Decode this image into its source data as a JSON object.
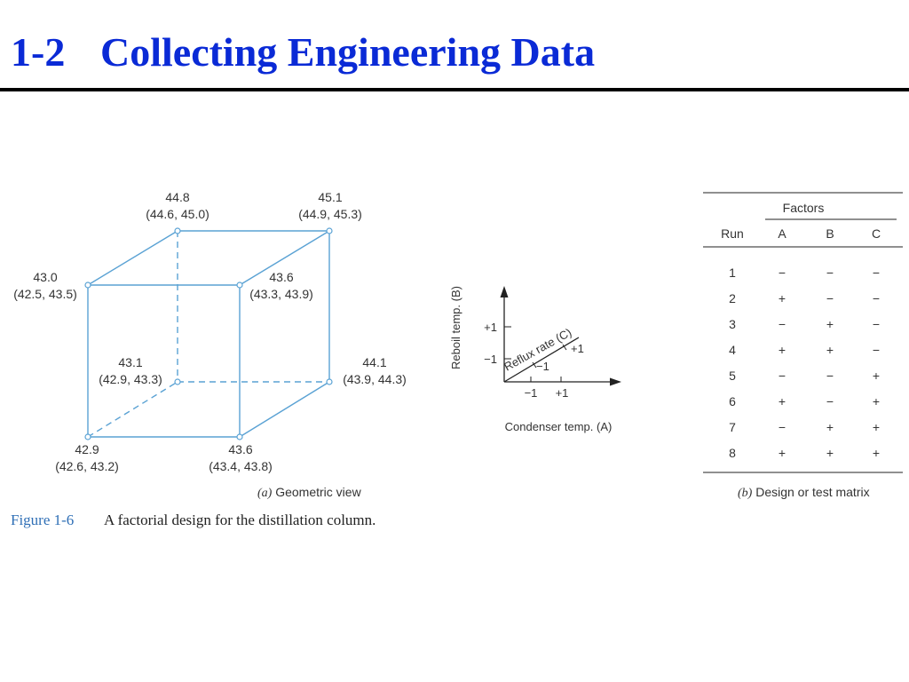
{
  "slide": {
    "section_number": "1-2",
    "title": "Collecting Engineering Data"
  },
  "cube": {
    "vertices": {
      "back_top_left": {
        "value": "44.8",
        "range": "(44.6, 45.0)"
      },
      "back_top_right": {
        "value": "45.1",
        "range": "(44.9, 45.3)"
      },
      "front_top_left": {
        "value": "43.0",
        "range": "(42.5, 43.5)"
      },
      "front_top_right": {
        "value": "43.6",
        "range": "(43.3, 43.9)"
      },
      "back_bottom_left": {
        "value": "43.1",
        "range": "(42.9, 43.3)"
      },
      "back_bottom_right": {
        "value": "44.1",
        "range": "(43.9, 44.3)"
      },
      "front_bottom_left": {
        "value": "42.9",
        "range": "(42.6, 43.2)"
      },
      "front_bottom_right": {
        "value": "43.6",
        "range": "(43.4, 43.8)"
      }
    },
    "caption_letter": "(a)",
    "caption_text": " Geometric view"
  },
  "axes_key": {
    "y_label": "Reboil temp. (B)",
    "x_label": "Condenser temp. (A)",
    "z_label": "Reflux rate (C)",
    "y_plus": "+1",
    "y_minus": "−1",
    "x_minus": "−1",
    "x_plus": "+1",
    "z_minus": "−1",
    "z_plus": "+1"
  },
  "matrix": {
    "group_header": "Factors",
    "columns": [
      "Run",
      "A",
      "B",
      "C"
    ],
    "rows": [
      [
        "1",
        "−",
        "−",
        "−"
      ],
      [
        "2",
        "+",
        "−",
        "−"
      ],
      [
        "3",
        "−",
        "+",
        "−"
      ],
      [
        "4",
        "+",
        "+",
        "−"
      ],
      [
        "5",
        "−",
        "−",
        "+"
      ],
      [
        "6",
        "+",
        "−",
        "+"
      ],
      [
        "7",
        "−",
        "+",
        "+"
      ],
      [
        "8",
        "+",
        "+",
        "+"
      ]
    ],
    "caption_letter": "(b)",
    "caption_text": " Design or test matrix"
  },
  "figure": {
    "label": "Figure 1-6",
    "caption": "A factorial design for the distillation column."
  }
}
